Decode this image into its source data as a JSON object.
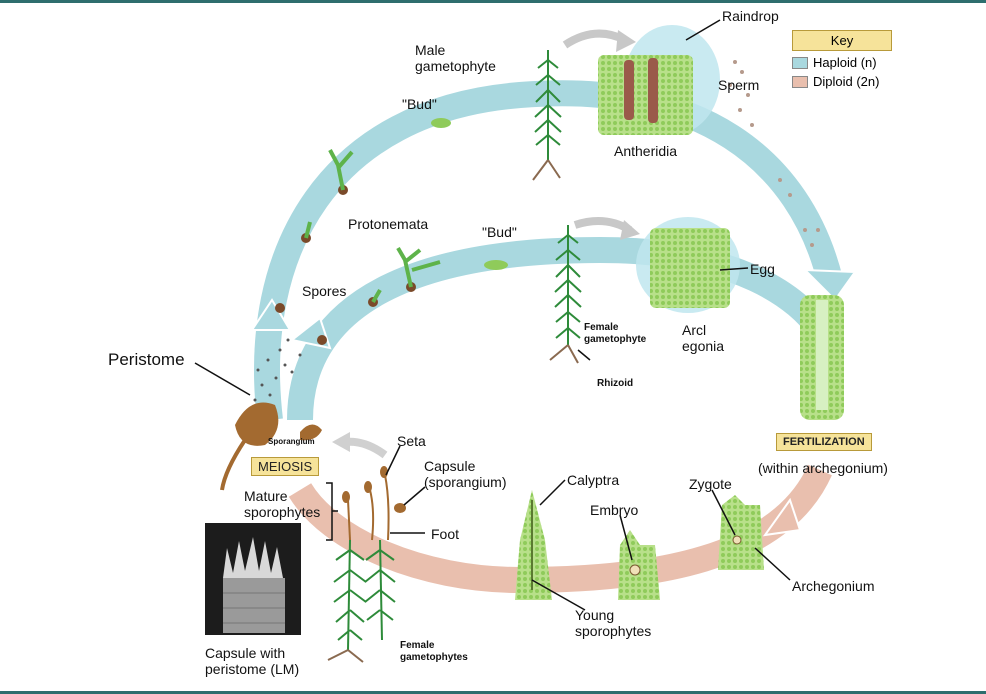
{
  "colors": {
    "haploid": "#a9d8df",
    "diploid": "#e9bfae",
    "key_box": "#f6e39a",
    "frame": "#2e6e6e"
  },
  "key": {
    "title": "Key",
    "haploid": "Haploid (n)",
    "diploid": "Diploid (2n)"
  },
  "labels": {
    "raindrop": "Raindrop",
    "male_gametophyte": "Male\ngametophyte",
    "sperm": "Sperm",
    "bud_top": "\"Bud\"",
    "antheridia": "Antheridia",
    "protonemata": "Protonemata",
    "bud_mid": "\"Bud\"",
    "egg": "Egg",
    "spores": "Spores",
    "female_gametophyte": "Female\ngametophyte",
    "archegonia": "Arcl\negonia",
    "rhizoid": "Rhizoid",
    "peristome": "Peristome",
    "sporangium": "Sporangium",
    "fertilization": "FERTILIZATION",
    "within_archegonium": "(within archegonium)",
    "seta": "Seta",
    "meiosis": "MEIOSIS",
    "capsule": "Capsule\n(sporangium)",
    "calyptra": "Calyptra",
    "zygote": "Zygote",
    "mature_sporophytes": "Mature\nsporophytes",
    "foot": "Foot",
    "embryo": "Embryo",
    "archegonium": "Archegonium",
    "young_sporophytes": "Young\nsporophytes",
    "capsule_with_peristome": "Capsule with\nperistome (LM)",
    "female_gametophytes": "Female\ngametophytes"
  }
}
